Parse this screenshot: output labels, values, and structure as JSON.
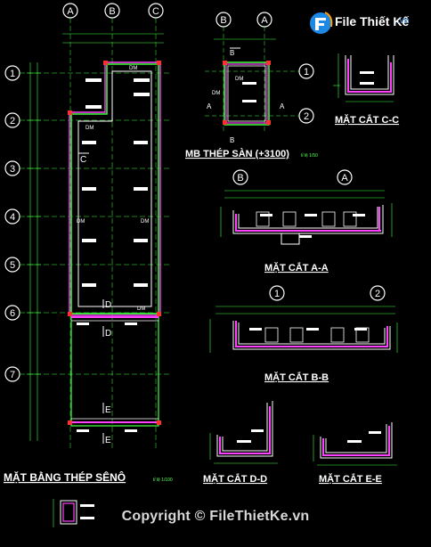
{
  "grid": {
    "cols_plan": [
      "A",
      "B",
      "C"
    ],
    "cols_floor": [
      "B",
      "A"
    ],
    "rows_plan": [
      "1",
      "2",
      "3",
      "4",
      "5",
      "6",
      "7"
    ],
    "rows_floor": [
      "1",
      "2"
    ]
  },
  "titles": {
    "plan": "MẶT BẰNG THÉP SÊNÔ",
    "plan_scale": "tỉ lệ 1/100",
    "floor": "MB THÉP SÀN (+3100)",
    "floor_scale": "tỉ lệ 1/50",
    "cc": "MẶT CẮT C-C",
    "aa": "MẶT CẮT A-A",
    "bb": "MẶT CẮT B-B",
    "dd": "MẶT CẮT D-D",
    "ee": "MẶT CẮT E-E"
  },
  "section_marks": {
    "c": "C",
    "d": "D",
    "e": "E",
    "b": "B",
    "a": "A"
  },
  "labels": {
    "dm": "DM"
  },
  "logo": {
    "brand": "File Thiết Kế",
    "suffix": ".vn"
  },
  "copyright": "Copyright © FileThietKe.vn",
  "colors": {
    "background": "#000000",
    "grid_axis": "#40ff40",
    "wall": "#ffffff",
    "rebar": "#ff40ff",
    "dimension": "#40ff40",
    "text": "#ffffff",
    "accent_red": "#ff3030"
  }
}
